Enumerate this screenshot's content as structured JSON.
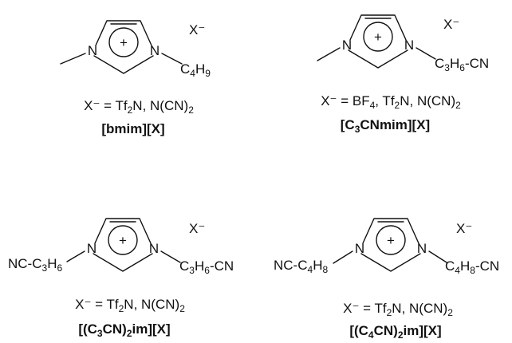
{
  "structures": [
    {
      "left_atom": "",
      "left_main": "",
      "left_sub": "",
      "left_end": "",
      "n_left": "N",
      "n_right": "N",
      "plus": "+",
      "right_main": "C",
      "right_sub": "4",
      "right_mid": "H",
      "right_sub2": "9",
      "right_end": "",
      "anion": "X⁻",
      "caption_pre": "X⁻ = Tf",
      "caption_sub1": "2",
      "caption_mid": "N, N(CN)",
      "caption_sub2": "2",
      "name_pre": "[bmim][X]",
      "name_sub": "",
      "name_post": ""
    },
    {
      "left_atom": "",
      "left_main": "",
      "left_sub": "",
      "left_end": "",
      "n_left": "N",
      "n_right": "N",
      "plus": "+",
      "right_main": "C",
      "right_sub": "3",
      "right_mid": "H",
      "right_sub2": "6",
      "right_end": "-CN",
      "anion": "X⁻",
      "caption_pre": "X⁻ = BF",
      "caption_sub1": "4",
      "caption_mid": ", Tf",
      "caption_sub2": "2",
      "caption_post": "N, N(CN)",
      "caption_sub3": "2",
      "name_pre": "[C",
      "name_sub": "3",
      "name_post": "CNmim][X]"
    },
    {
      "left_main": "NC-C",
      "left_sub": "3",
      "left_mid": "H",
      "left_sub2": "6",
      "n_left": "N",
      "n_right": "N",
      "plus": "+",
      "right_main": "C",
      "right_sub": "3",
      "right_mid": "H",
      "right_sub2": "6",
      "right_end": "-CN",
      "anion": "X⁻",
      "caption_pre": "X⁻ = Tf",
      "caption_sub1": "2",
      "caption_mid": "N, N(CN)",
      "caption_sub2": "2",
      "name_pre": "[(C",
      "name_sub": "3",
      "name_mid": "CN)",
      "name_sub2": "2",
      "name_post": "im][X]"
    },
    {
      "left_main": "NC-C",
      "left_sub": "4",
      "left_mid": "H",
      "left_sub2": "8",
      "n_left": "N",
      "n_right": "N",
      "plus": "+",
      "right_main": "C",
      "right_sub": "4",
      "right_mid": "H",
      "right_sub2": "8",
      "right_end": "-CN",
      "anion": "X⁻",
      "caption_pre": "X⁻ = Tf",
      "caption_sub1": "2",
      "caption_mid": "N, N(CN)",
      "caption_sub2": "2",
      "name_pre": "[(C",
      "name_sub": "4",
      "name_mid": "CN)",
      "name_sub2": "2",
      "name_post": "im][X]"
    }
  ]
}
